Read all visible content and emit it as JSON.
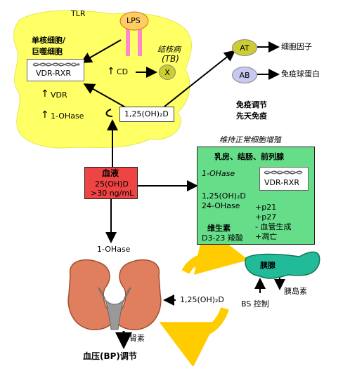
{
  "tlr": "TLR",
  "lps": "LPS",
  "macrophage": {
    "line1": "单核细胞/",
    "line2": "巨噬细胞"
  },
  "vdr_rxr": "VDR-RXR",
  "cd": "CD",
  "tb": {
    "line1": "结核病",
    "line2": "(TB)"
  },
  "x": "X",
  "up_vdr": "VDR",
  "up_1ohase": "1-OHase",
  "vitd_125": "1,25(OH)₂D",
  "at": "AT",
  "ab": "AB",
  "cytokine": "细胞因子",
  "immunoglobulin": "免疫球蛋白",
  "immune": {
    "line1": "免疫调节",
    "line2": "先天免疫"
  },
  "maintain": "维持正常细胞增殖",
  "green_box": {
    "title": "乳房、结肠、前列腺",
    "ohase": "1-OHase",
    "vitd": "1,25(OH)₂D",
    "ohase24": "24-OHase",
    "vdr_rxr": "VDR-RXR",
    "calcitroic": {
      "line1": "维生素",
      "line2": "D3-23 羧酸"
    },
    "effects": [
      "+p21",
      "+p27",
      "- 血管生成",
      "+凋亡"
    ]
  },
  "blood": {
    "title": "血液",
    "line1": "25(OH)D",
    "line2": ">30 ng/mL"
  },
  "kidney_ohase": "1-OHase",
  "kidney_vitd": "1,25(OH)₂D",
  "renin": "肾素",
  "bp": "血压(BP)调节",
  "pancreas": "胰腺",
  "insulin": "胰岛素",
  "bs_control": "BS 控制",
  "colors": {
    "yellow": "#ffff66",
    "green": "#66dd88",
    "red": "#ee4444",
    "olive": "#cccc33",
    "lavender": "#c8c8f0"
  }
}
